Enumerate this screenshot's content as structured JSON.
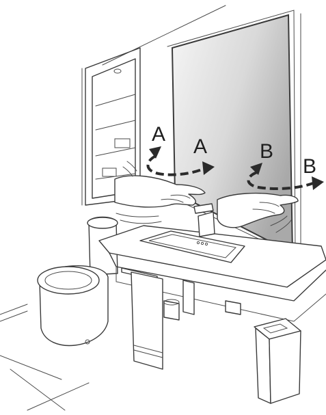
{
  "labels": {
    "a_upper": "A",
    "a_lower": "A",
    "b_upper": "B",
    "b_lower": "B"
  },
  "colors": {
    "line": "#3a3a3a",
    "arrow": "#2b2b2b",
    "mirror_light": "#f4f4f4",
    "mirror_dark": "#b9b9b9"
  }
}
